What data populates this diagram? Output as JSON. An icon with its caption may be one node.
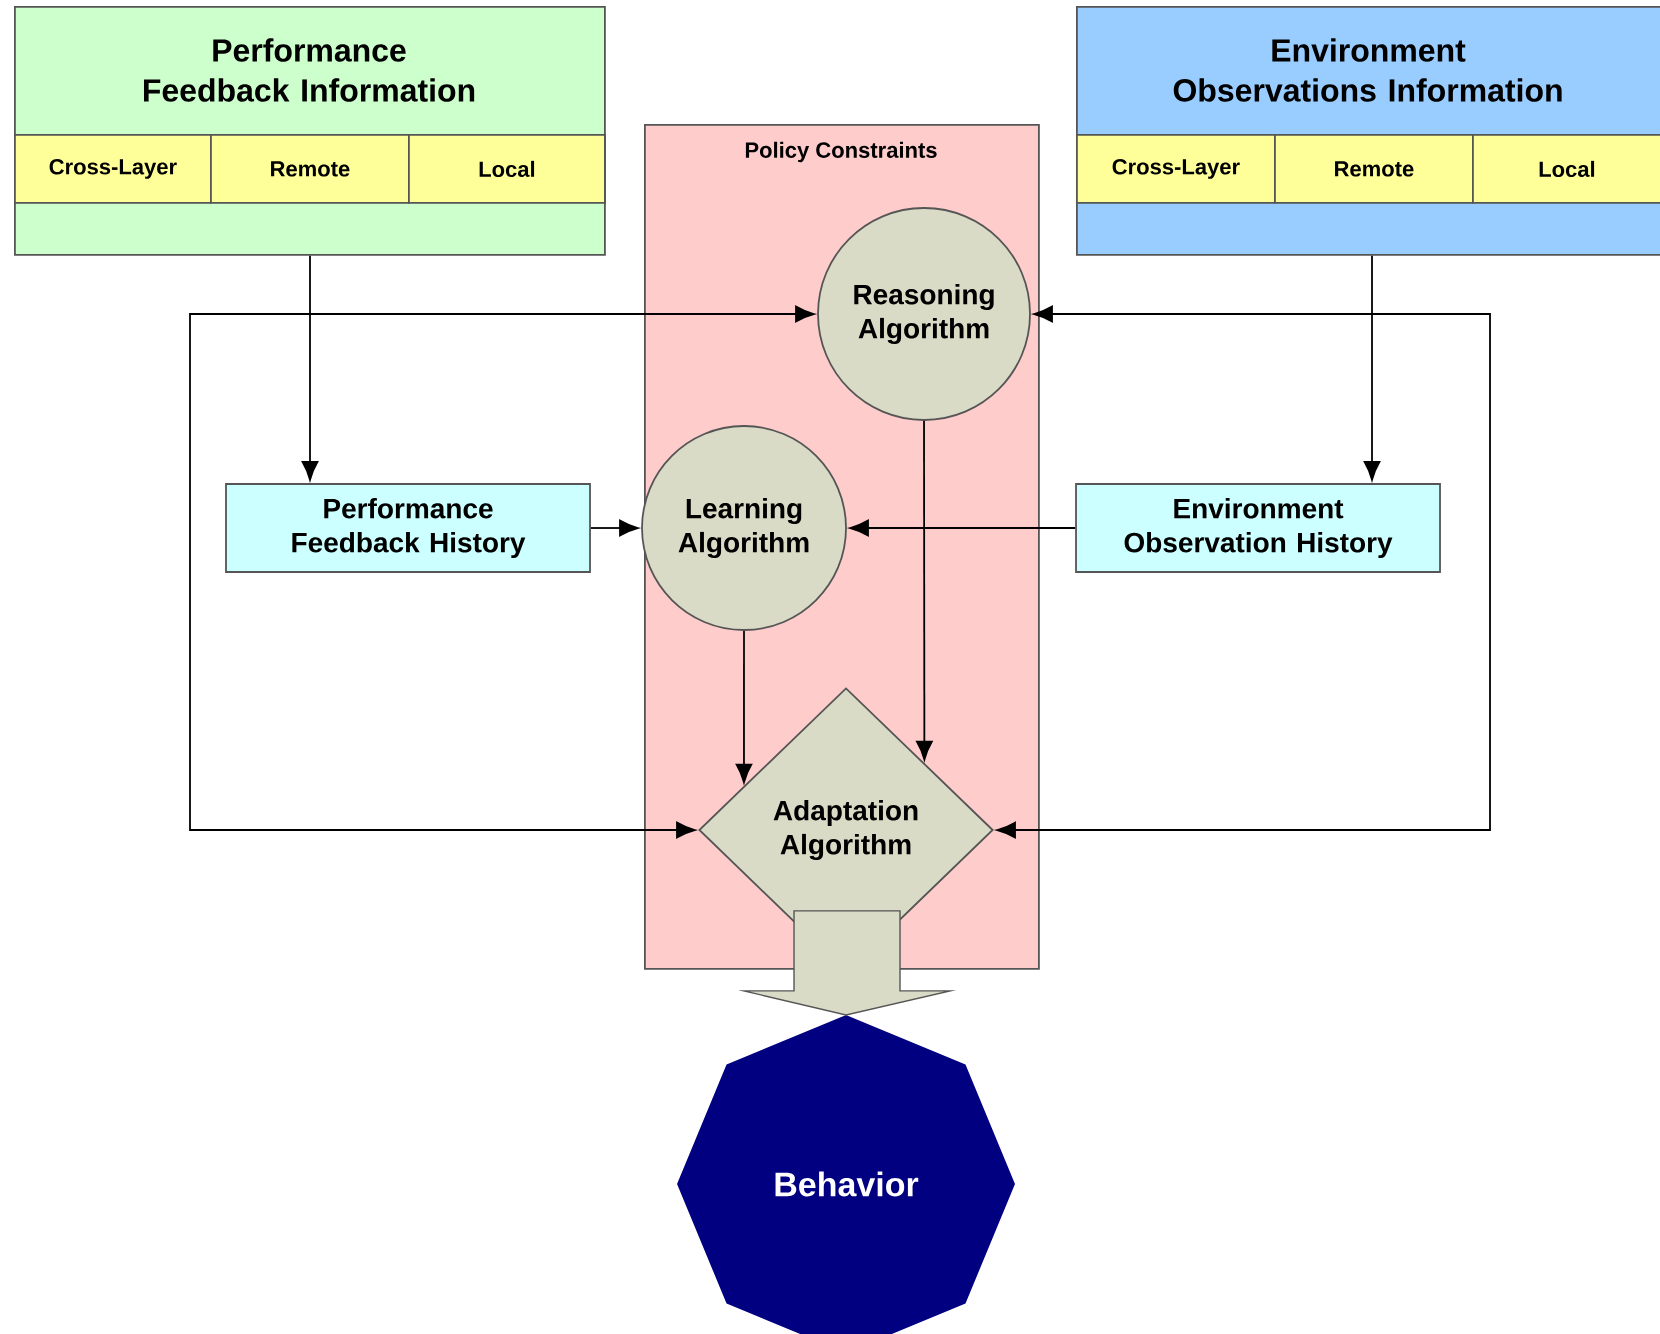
{
  "diagram": {
    "nodes": [
      {
        "text": [
          "Performance Feedback Information"
        ]
      },
      {
        "text": [
          "Cross-Layer"
        ],
        "in": 0
      },
      {
        "text": [
          "Remote"
        ],
        "in": 0
      },
      {
        "text": [
          "Local"
        ],
        "in": 0
      },
      {
        "text": [
          "Environment Observations Information"
        ]
      },
      {
        "text": [
          "Cross-Layer"
        ],
        "in": 4
      },
      {
        "text": [
          "Remote"
        ],
        "in": 4
      },
      {
        "text": [
          "Local"
        ],
        "in": 4
      },
      {
        "text": [
          "Policy Constraints"
        ]
      },
      {
        "text": [
          "Reasoning Algorithm"
        ],
        "in": 8
      },
      {
        "text": [
          "Performance Feedback History"
        ]
      },
      {
        "text": [
          "Learning Algorithm"
        ],
        "in": 8
      },
      {
        "text": [
          "Environment Observation History"
        ]
      },
      {
        "text": [
          "Adaptation Algorithm"
        ],
        "in": 8
      },
      {
        "text": [
          "Behavior"
        ]
      }
    ],
    "edges": [
      {
        "from": 0,
        "to": 10,
        "arrow": "to"
      },
      {
        "from": 4,
        "to": 12,
        "arrow": "to"
      },
      {
        "from": 10,
        "to": 11,
        "arrow": "to"
      },
      {
        "from": 12,
        "to": 11,
        "arrow": "to"
      },
      {
        "from": 9,
        "to": 13,
        "arrow": "to"
      },
      {
        "from": 11,
        "to": 13,
        "arrow": "to"
      },
      {
        "from": 9,
        "to": 13,
        "arrow": "both"
      },
      {
        "from": 9,
        "to": 13,
        "arrow": "both"
      },
      {
        "from": 13,
        "to": 14,
        "arrow": "to",
        "style": "thick"
      }
    ]
  }
}
